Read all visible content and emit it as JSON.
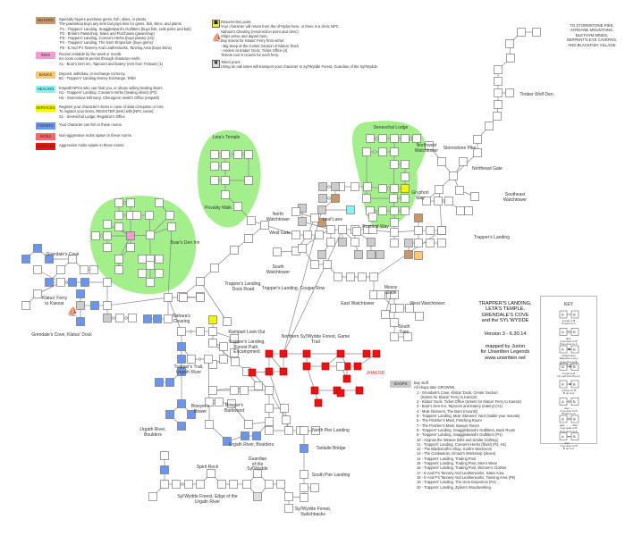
{
  "legend": {
    "categories": [
      {
        "key": "buyers",
        "label": "BUYERS",
        "color": "#c8976a",
        "lines": [
          "Specially buyers purchase gems, fish, skins, or plants.",
          "The pawnshop buys any item but pays less for gems, fish, skins, and plants.",
          "P1 - Trappers' Landing, Snagglebeard's Outfitters (buys fish, sells poles and bait)",
          "P2 - Bridie's Pawnshop, Sales and Purchases (pawnshop)",
          "P3 - Trappers' Landing, Corean's Herbs (buys plants) (H1)",
          "P4 - Trappers' Landing, The Gem Emporium (buys gems)",
          "P5 - E And P's Tannery And Leatherworks, Tanning Area (buys skins)"
        ]
      },
      {
        "key": "inns",
        "label": "INNS",
        "color": "#f49ad4",
        "lines": [
          "Rooms rentable by the week or month.",
          "Inn room contents persist through character renifs.",
          "A1 - Boar's Den Inn, Taproom and Eatery (rent from Treboar) (1)"
        ]
      },
      {
        "key": "banks",
        "label": "BANKS",
        "color": "#fcc875",
        "lines": [
          "Deposit, withdraw, or exchange currency.",
          "B1 - Trappers' Landing Money Exchange, Teller"
        ]
      },
      {
        "key": "healing",
        "label": "HEALING",
        "color": "#8af2f2",
        "lines": [
          "Empath NPCs who can heal you, or shops selling healing elixirs.",
          "H1 - Trappers' Landing, Corean's Herbs (healing elixirs) (P3)",
          "H2 - Stormstone Infirmary, Chirurgeon Venkl's Office (empath)"
        ]
      },
      {
        "key": "services",
        "label": "SERVICES",
        "color": "#f5f500",
        "lines": [
          "Register your character's items in case of data corruption or loss.",
          "To register your items, REGISTER [item] with [NPC name].",
          "S1 - Seneschal Lodge, Registrar's Office"
        ]
      },
      {
        "key": "fishing",
        "label": "FISHING",
        "color": "#6a96ee",
        "lines": [
          "Your character can fish in these rooms."
        ]
      },
      {
        "key": "mobs",
        "label": "MOBS",
        "color": "#f46a6a",
        "lines": [
          "Non-aggressive mobs spawn in these rooms."
        ]
      },
      {
        "key": "hostiles",
        "label": "HOSTILES",
        "color": "#ee1111",
        "lines": [
          "Aggressive mobs spawn in these rooms."
        ]
      }
    ],
    "symbols": [
      {
        "icon": "resurrection-icon",
        "lines": [
          "Resurrection point.",
          "Your character will return from the Ul'Hydar here, or there is a cleric NPC.",
          "Nahara's Clearing (resurrection point and cleric)"
        ]
      },
      {
        "icon": "ship-icon",
        "lines": [
          "Ships arrive and depart here.",
          "Buy tickets for Klatus' Ferry from either:",
          "- Big Seep at the Center Section of Klatus' Dock",
          "- Anders at Klatus' Dock, Ticket Office (4)",
          "Tickets cost 5 crowns for each ferry."
        ]
      },
      {
        "icon": "token-icon",
        "lines": [
          "Token point.",
          "Using an oak token will transport your character to Syl'Wydde Forest, Guardian of the Syl'Wydde."
        ]
      }
    ]
  },
  "destination": [
    "TO STORMSTONE PIKE,",
    "AYRDANE MOUNTAINS,",
    "BLETHYM MINES,",
    "SERPENT'S EYE CAVERNS,",
    "AND BLACKFISH VILLAGE"
  ],
  "title": {
    "lines": [
      "TRAPPER'S LANDING,",
      "LETA'S TEMPLE,",
      "GRENDALE'S COVE",
      "and the SYL'WYDDE"
    ],
    "version": "Version 3 - 6.30.14",
    "credit": [
      "mapped by Jurion",
      "for Unwritten Legends",
      "www.unwritten.net"
    ]
  },
  "key": {
    "title": "KEY",
    "items": [
      {
        "conn": "line",
        "caption": [
          "A east to B",
          "B west to A"
        ]
      },
      {
        "conn": "door",
        "caption": [
          "door",
          "A go door to B",
          "B go door to A"
        ]
      },
      {
        "conn": "locked",
        "caption": [
          "locked door",
          "Requires a key.",
          "A go door to B",
          "B go door to A"
        ]
      },
      {
        "conn": "oneway",
        "caption": [
          "A east to B",
          "No exit from B to A"
        ]
      },
      {
        "conn": "twoway-arrow",
        "caption": [
          "A down to B",
          "B up to A"
        ]
      },
      {
        "conn": "door-right",
        "caption": [
          "door →",
          "A go door to B",
          "B west to A"
        ]
      },
      {
        "conn": "gate-door",
        "caption": [
          "gate ← → door",
          "A go gate to B",
          "B go door to A"
        ]
      },
      {
        "conn": "x-door",
        "caption": [
          "door →",
          "A go door to B",
          "B up to A"
        ]
      }
    ]
  },
  "shops": {
    "label": "SHOPS",
    "header": [
      "Buy stuff.",
      "All shops take CROWNS."
    ],
    "items": [
      "1 - Grendale's Cove, Klatus' Dock, Center Section",
      "    (tickets for Klatus' Ferry to Kaezar)",
      "2 - Klatus' Dock, Ticket Office (tickets for Klatus' Ferry to Kaezar)",
      "3 - Boar's Den Inn, Taproom and Eatery (eatery) (A1)",
      "4 - Mule Skinners, The Barn (mounts)",
      "5 - Trappers' Landing, Mule Skinners' Yard (stable your mounts)",
      "6 - The Fletcher's Mark, Fletching Room",
      "7 - The Fletcher's Mark, Bowyer Room",
      "8 - Trappers' Landing, Snagglebeard's Outfitters, Back Room",
      "9 - Trappers' Landing, Snagglebeard's Outfitters (P1)",
      "10 - Aegnas the Weaver (kilts and similar clothing)",
      "11 - Trappers' Landing, Corean's Herbs (floral) (P2, H1)",
      "12 - The Blacksmith's Shop, Kurik's Workroom",
      "13 - The Cordwainer, Dmain's Workshop (shoes)",
      "14 - Trappers' Landing, Trading Post",
      "15 - Trappers' Landing, Trading Post, Men's Wear",
      "16 - Trappers' Landing, Trading Post, Women's Clothier",
      "17 - E And P's Tannery And Leatherworks, Sales Area",
      "18 - E And P's Tannery And Leatherworks, Tanning Area (P5)",
      "19 - Trappers' Landing, The Gem Emporium (P4)",
      "20 - Trappers' Landing, Zylian's Woodworking"
    ]
  },
  "areas": {
    "letas_temple": "Leta's Temple",
    "seneschal_lodge": "Seneschal Lodge",
    "boars_den": "Boar's Den Inn",
    "privality_walk": "Privality Walk",
    "grendales_cove": "Grendale's Cove",
    "klatus_ferry": "Klatus' Ferry\nto Kaezar",
    "klatus_dock": "Grendale's Cove, Klatus' Dock",
    "west_gate": "West Gate",
    "north_watchtower": "North\nWatchtower",
    "south_watchtower": "South\nWatchtower",
    "rustleaf_way": "Rustleaf Way",
    "leaf_lane": "Leaf Lane",
    "gryphon_way": "Gryphon\nWay",
    "northwest_watchtower": "Northwest\nWatchtower",
    "northeast_gate": "Northeast Gate",
    "southeast_watchtower": "Southeast\nWatchtower",
    "trappers_landing": "Trapper's Landing",
    "stormstone_pike": "Stormstone Pike",
    "timber_wolf_den": "Timber Wolf Den",
    "dock_road": "Trapper's Landing,\nDock Road",
    "cougar_row": "Trapper's Landing, Cougar Row",
    "mossy_glade": "Mossy\nGlade",
    "east_watchtower": "East Watchtower",
    "west_watchtower": "West Watchtower",
    "south_gate": "South\nGate",
    "naharas_clearing": "Nahara's\nClearing",
    "rampart_lookout": "Rampart Look-Out",
    "forest_path": "Trapper's Landing,\nForest Path,\nEncampment",
    "game_trail": "Northern Syl'Wydde Forest, Game Trail",
    "jhakor": "JHAKOR",
    "trappers_trail": "Trapper's Trail,\nUrgath River",
    "bowyers_bower": "Bowyer's\nBower",
    "bowyers_barkwood": "Bowyer's\nBarkwood",
    "urgath_boulders_w": "Urgath River,\nBoulders",
    "urgath_boulders": "Urgath River, Boulders",
    "north_pier": "North Pier Landing",
    "tantalle_bridge": "Tantalle Bridge",
    "south_pier": "South Pier Landing",
    "spirit_rock": "Spirit Rock",
    "guardian": "Guardian\nof the\nSyl'Wydde",
    "edge_urgath": "Syl'Wydde Forest, Edge of the Urgath River",
    "switchbacks": "Syl'Wydde Forest,\nSwitchbacks"
  },
  "colors": {
    "zone_green": "#a2ef8c",
    "room_border": "#666666",
    "line": "#888888",
    "fishing": "#6a96ee",
    "hostile": "#ee1111",
    "jhakor_text": "#ee2222",
    "services": "#f5f500",
    "buyers": "#c8976a",
    "healing": "#8af2f2",
    "inns": "#f49ad4",
    "banks": "#fcc875",
    "shop": "#cccccc"
  }
}
